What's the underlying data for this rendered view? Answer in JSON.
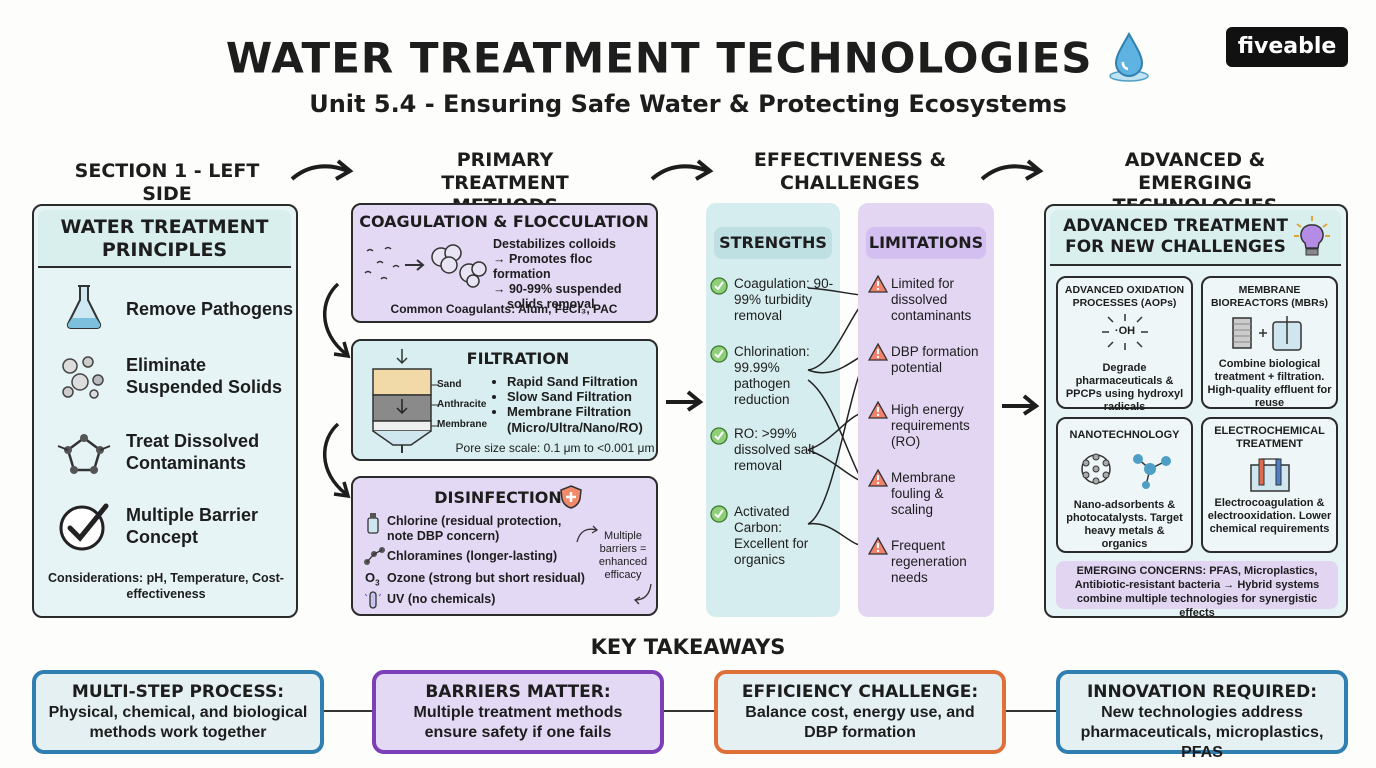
{
  "header": {
    "title": "WATER TREATMENT TECHNOLOGIES",
    "subtitle": "Unit 5.4 - Ensuring Safe Water & Protecting Ecosystems",
    "logo": "fiveable",
    "title_icon": "water-drop-icon"
  },
  "columns": {
    "col1": "SECTION 1 - LEFT SIDE",
    "col2": "PRIMARY TREATMENT METHODS",
    "col3": "EFFECTIVENESS & CHALLENGES",
    "col4": "ADVANCED & EMERGING TECHNOLOGIES"
  },
  "principles": {
    "title": "WATER TREATMENT PRINCIPLES",
    "items": [
      {
        "label": "Remove Pathogens",
        "icon": "flask-icon"
      },
      {
        "label": "Eliminate Suspended Solids",
        "icon": "particles-icon"
      },
      {
        "label": "Treat Dissolved Contaminants",
        "icon": "molecule-icon"
      },
      {
        "label": "Multiple Barrier Concept",
        "icon": "checkmark-icon"
      }
    ],
    "considerations": "Considerations: pH, Temperature, Cost-effectiveness"
  },
  "coagulation": {
    "title": "COAGULATION & FLOCCULATION",
    "lines": [
      "Destabilizes colloids",
      "→ Promotes floc formation",
      "→ 90-99% suspended",
      "solids removal"
    ],
    "coagulants": "Common Coagulants: Alum, FeCl₃, PAC"
  },
  "filtration": {
    "title": "FILTRATION",
    "layers": [
      "Sand",
      "Anthracite",
      "Membrane"
    ],
    "items": [
      "Rapid Sand Filtration",
      "Slow Sand Filtration",
      "Membrane Filtration",
      "(Micro/Ultra/Nano/RO)"
    ],
    "pore": "Pore size scale: 0.1 μm to <0.001 μm"
  },
  "disinfection": {
    "title": "DISINFECTION",
    "items": [
      {
        "text": "Chlorine (residual protection, note DBP concern)",
        "icon": "bottle-icon"
      },
      {
        "text": "Chloramines (longer-lasting)",
        "icon": "chloramine-icon"
      },
      {
        "text": "Ozone (strong but short residual)",
        "icon": "ozone-icon"
      },
      {
        "text": "UV (no chemicals)",
        "icon": "uv-lamp-icon"
      }
    ],
    "note": "Multiple barriers = enhanced efficacy"
  },
  "strengths": {
    "title": "STRENGTHS",
    "items": [
      "Coagulation: 90-99% turbidity removal",
      "Chlorination: 99.99% pathogen reduction",
      "RO: >99% dissolved salt removal",
      "Activated Carbon: Excellent for organics"
    ]
  },
  "limitations": {
    "title": "LIMITATIONS",
    "items": [
      "Limited for dissolved contaminants",
      "DBP formation potential",
      "High energy requirements (RO)",
      "Membrane fouling & scaling",
      "Frequent regeneration needs"
    ]
  },
  "advanced": {
    "title": "ADVANCED TREATMENT FOR NEW CHALLENGES",
    "cards": [
      {
        "title": "ADVANCED OXIDATION PROCESSES (AOPs)",
        "text": "Degrade pharmaceuticals & PPCPs using hydroxyl radicals",
        "symbol": "·OH"
      },
      {
        "title": "MEMBRANE BIOREACTORS (MBRs)",
        "text": "Combine biological treatment + filtration. High-quality effluent for reuse"
      },
      {
        "title": "NANOTECHNOLOGY",
        "text": "Nano-adsorbents & photocatalysts. Target heavy metals & organics"
      },
      {
        "title": "ELECTROCHEMICAL TREATMENT",
        "text": "Electrocoagulation & electrooxidation. Lower chemical requirements"
      }
    ],
    "emerging": "EMERGING CONCERNS: PFAS, Microplastics, Antibiotic-resistant bacteria → Hybrid systems combine multiple technologies for synergistic effects"
  },
  "takeaways": {
    "title": "KEY TAKEAWAYS",
    "items": [
      {
        "label": "MULTI-STEP PROCESS:",
        "text": "Physical, chemical, and biological methods work together",
        "color": "#2f7fb0"
      },
      {
        "label": "BARRIERS MATTER:",
        "text": "Multiple treatment methods ensure safety if one fails",
        "color": "#7b3fb8"
      },
      {
        "label": "EFFICIENCY CHALLENGE:",
        "text": "Balance cost, energy use, and DBP formation",
        "color": "#e0703a"
      },
      {
        "label": "INNOVATION REQUIRED:",
        "text": "New technologies address pharmaceuticals, microplastics, PFAS",
        "color": "#2f7fb0"
      }
    ]
  }
}
